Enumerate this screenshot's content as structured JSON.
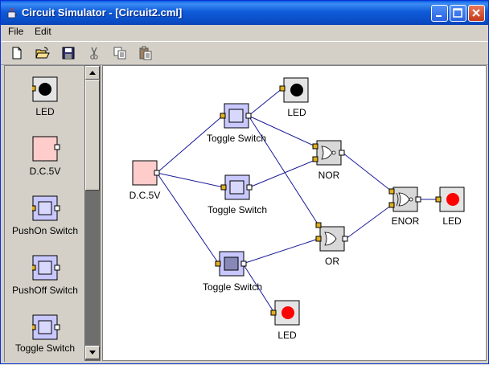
{
  "window": {
    "title": "Circuit Simulator - [Circuit2.cml]",
    "controls": [
      "minimize",
      "maximize",
      "close"
    ]
  },
  "menu": {
    "file": "File",
    "edit": "Edit"
  },
  "toolbar": {
    "tools": [
      "new-icon",
      "open-icon",
      "save-icon",
      "cut-icon",
      "copy-icon",
      "paste-icon"
    ]
  },
  "palette": {
    "items": [
      {
        "label": "LED",
        "kind": "led"
      },
      {
        "label": "D.C.5V",
        "kind": "dc"
      },
      {
        "label": "PushOn Switch",
        "kind": "switch"
      },
      {
        "label": "PushOff Switch",
        "kind": "switch"
      },
      {
        "label": "Toggle Switch",
        "kind": "switch"
      }
    ]
  },
  "circuit": {
    "labels": {
      "dc": "D.C.5V",
      "toggle1": "Toggle Switch",
      "toggle2": "Toggle Switch",
      "toggle3": "Toggle Switch",
      "led_top": "LED",
      "led_bottom": "LED",
      "led_right": "LED",
      "nor": "NOR",
      "or": "OR",
      "enor": "ENOR"
    },
    "colors": {
      "wire": "#1a1a9a",
      "led_on": "#ff0000",
      "led_off": "#000000",
      "dc_fill": "#ffcccc",
      "switch_fill": "#c8c8ff"
    }
  }
}
